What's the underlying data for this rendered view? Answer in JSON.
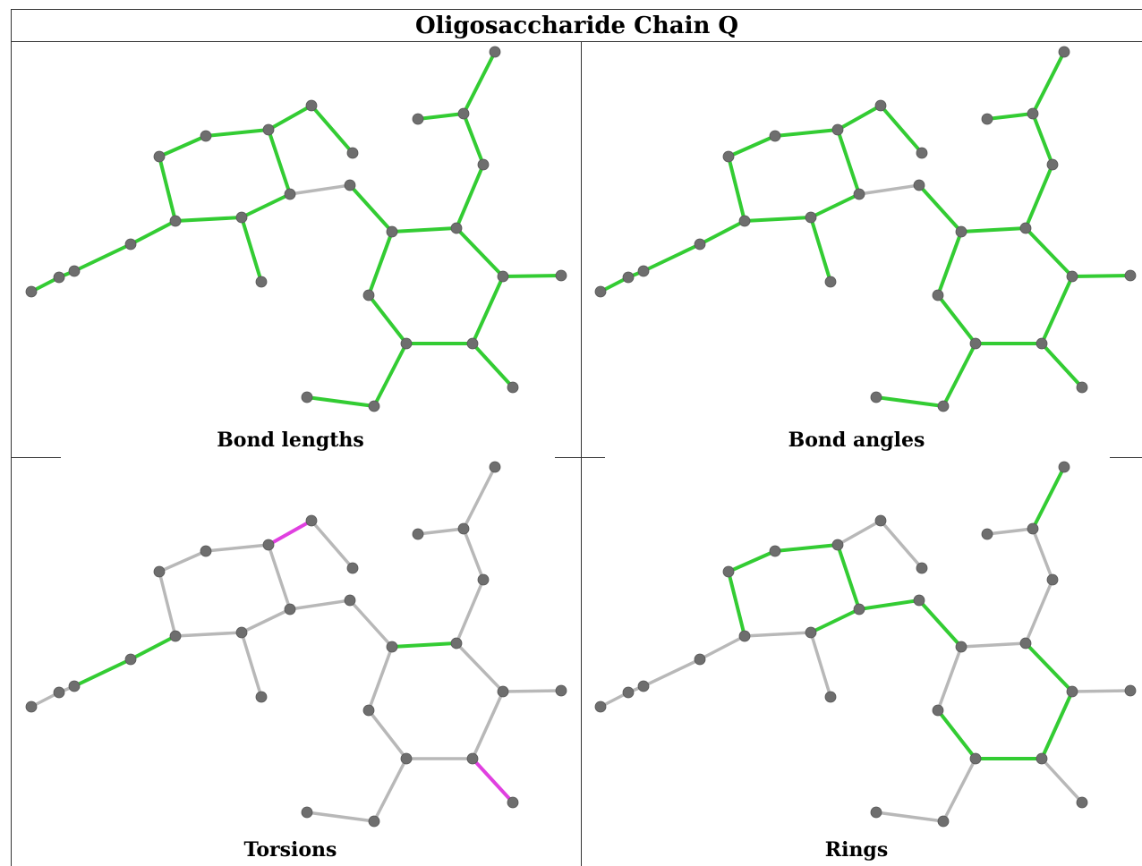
{
  "title": "Oligosaccharide Chain Q",
  "panels": [
    {
      "caption": "Bond lengths"
    },
    {
      "caption": "Bond angles"
    },
    {
      "caption": "Torsions"
    },
    {
      "caption": "Rings"
    }
  ],
  "colors": {
    "highlight_green": "#33cc33",
    "highlight_magenta": "#e040e0",
    "bond_gray": "#b8b8b8",
    "atom_gray": "#6e6e6e"
  }
}
